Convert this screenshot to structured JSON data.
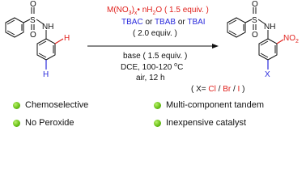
{
  "reactant": {
    "atoms": {
      "s": "S",
      "o_top": "O",
      "o_bottom": "O",
      "nh": "NH",
      "h_ortho": "H",
      "h_para": "H"
    }
  },
  "product": {
    "atoms": {
      "s": "S",
      "o_top": "O",
      "o_bottom": "O",
      "nh": "NH",
      "no2": "NO",
      "no2_sub": "2",
      "x": "X"
    }
  },
  "conditions": {
    "line1": {
      "prefix": "M(NO",
      "sub1": "3",
      "mid": ")",
      "sub2": "x",
      "rest": "• nH",
      "sub3": "2",
      "tail": "O ( 1.5 equiv. )"
    },
    "line2": {
      "a": "TBAC",
      "or1": " or ",
      "b": "TBAB",
      "or2": " or ",
      "c": "TBAI"
    },
    "line3": "( 2.0 equiv. )",
    "line4": "base ( 1.5 equiv. )",
    "line5": {
      "text": "DCE, 100-120 ",
      "sup": "o",
      "unit": "C"
    },
    "line6": "air, 12 h"
  },
  "x_definition": {
    "open": "( X= ",
    "cl": "Cl",
    "sep1": " / ",
    "br": "Br",
    "sep2": " / ",
    "i": "I",
    "close": " )"
  },
  "features": [
    {
      "label": "Chemoselective"
    },
    {
      "label": "Multi-component tandem"
    },
    {
      "label": "No Peroxide"
    },
    {
      "label": "Inexpensive catalyst"
    }
  ],
  "colors": {
    "red": "#e0201c",
    "blue": "#2a2adc",
    "black": "#111111",
    "bullet_green": "#6cc21a"
  }
}
